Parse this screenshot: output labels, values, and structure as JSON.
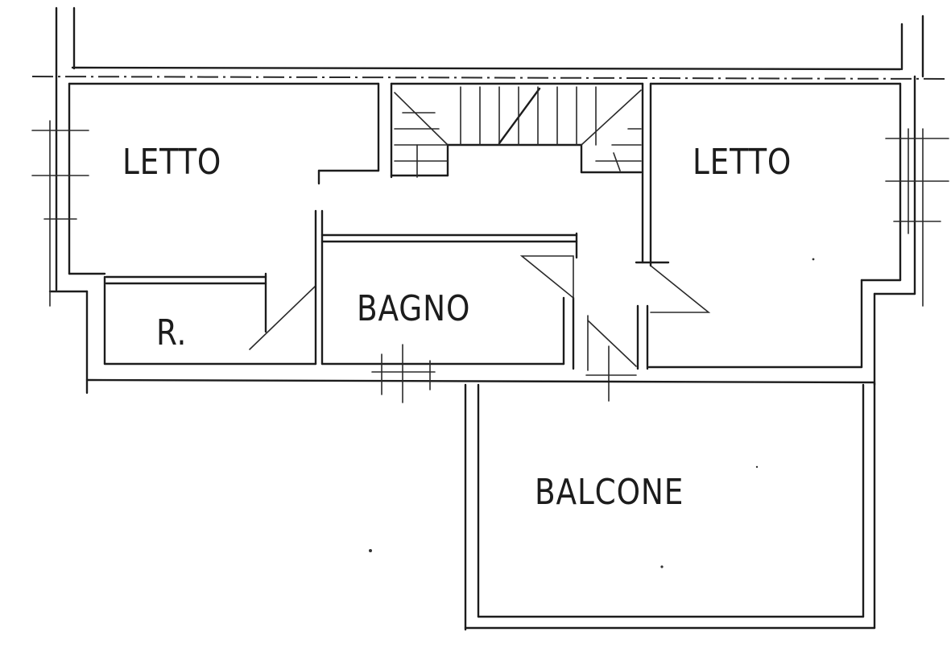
{
  "rooms": {
    "letto_left": "LETTO",
    "letto_right": "LETTO",
    "ripostiglio": "R.",
    "bagno": "BAGNO",
    "balcone": "BALCONE"
  },
  "colors": {
    "ink": "#1c1c1c",
    "paper": "#ffffff"
  }
}
